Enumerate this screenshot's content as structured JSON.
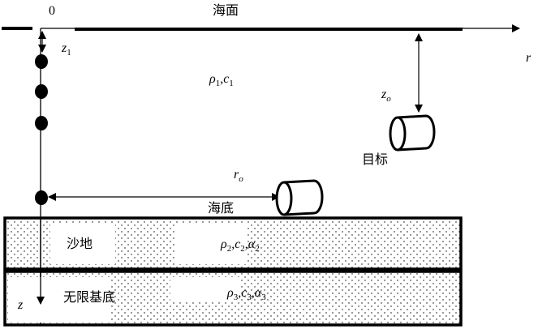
{
  "labels": {
    "origin": "0",
    "sea_surface": "海面",
    "r_axis": "r",
    "z_axis": "z",
    "z1": {
      "base": "z",
      "sub": "1"
    },
    "zo": {
      "base": "z",
      "sub": "o"
    },
    "ro": {
      "base": "r",
      "sub": "o"
    },
    "water": {
      "rho": "ρ",
      "rho_sub": "1",
      "c": ",c",
      "c_sub": "1"
    },
    "target": "目标",
    "seabed": "海底",
    "sand_layer": "沙地",
    "sand_params": {
      "rho": "ρ",
      "rho_sub": "2",
      "c": ",c",
      "c_sub": "2",
      "a": ",α",
      "a_sub": "2"
    },
    "basement_layer": "无限基底",
    "basement_params": {
      "rho": "ρ",
      "rho_sub": "3",
      "c": ",c",
      "c_sub": "3",
      "a": ",α",
      "a_sub": "3"
    }
  },
  "colors": {
    "line": "#000000",
    "background": "#ffffff"
  }
}
